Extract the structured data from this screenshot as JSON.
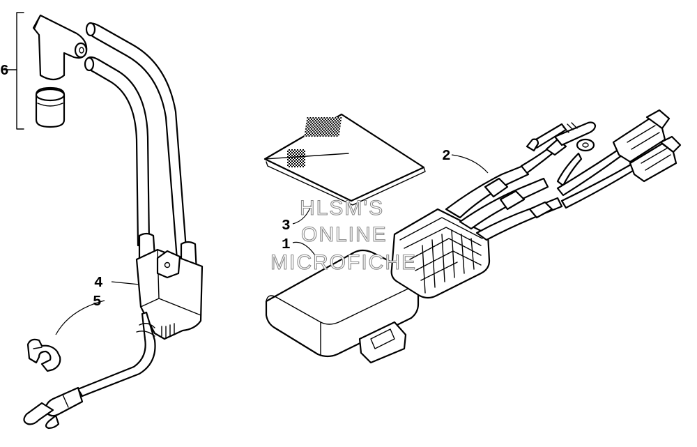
{
  "callouts": {
    "c1": "1",
    "c2": "2",
    "c3": "3",
    "c4": "4",
    "c5": "5",
    "c6": "6"
  },
  "watermark": {
    "line1": "HLSM'S",
    "line2": "ONLINE",
    "line3": "MICROFICHE"
  }
}
